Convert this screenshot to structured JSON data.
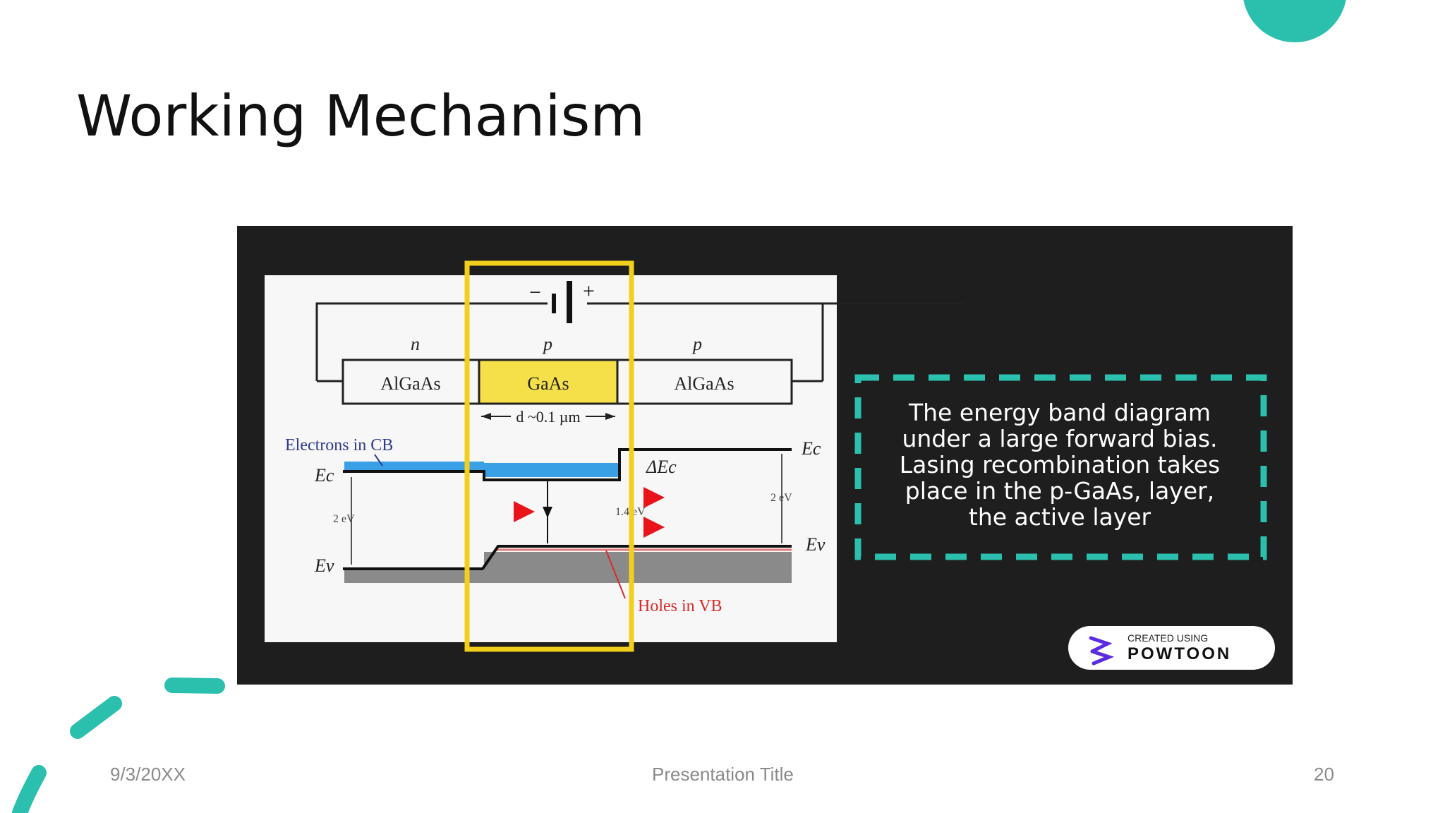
{
  "slide": {
    "title": "Working Mechanism",
    "footer": {
      "date": "9/3/20XX",
      "presentation_title": "Presentation Title",
      "page_number": "20"
    },
    "accent_color": "#2bbfad"
  },
  "diagram": {
    "labels": {
      "n": "n",
      "p1": "p",
      "p2": "p",
      "algaas_left": "AlGaAs",
      "gaas": "GaAs",
      "algaas_right": "AlGaAs",
      "thickness": "d ~0.1 µm",
      "electrons": "Electrons in CB",
      "holes": "Holes in VB",
      "ec_left": "Ec",
      "ev_left": "Ev",
      "ec_right": "Ec",
      "ev_right": "Ev",
      "gap_left": "2 eV",
      "gap_right": "2 eV",
      "gap_center": "1.4 eV",
      "delta_ec": "ΔEc",
      "battery_minus": "−",
      "battery_plus": "+"
    },
    "colors": {
      "cb": "#3aa0e6",
      "gaas": "#f5e04a",
      "highlight": "#f2cf1b",
      "vb": "#8a8a8a",
      "holes": "#e07a7a",
      "arrow": "#e8141a",
      "electron_label": "#2e3a8c",
      "holes_label": "#d62b2b"
    },
    "caption": {
      "line1": "The energy band diagram",
      "line2": "under a large forward bias.",
      "line3": "Lasing recombination takes",
      "line4": "place in the p-GaAs, layer,",
      "line5": "the active layer"
    },
    "badge": {
      "line1": "CREATED USING",
      "line2": "POWTOON"
    }
  }
}
